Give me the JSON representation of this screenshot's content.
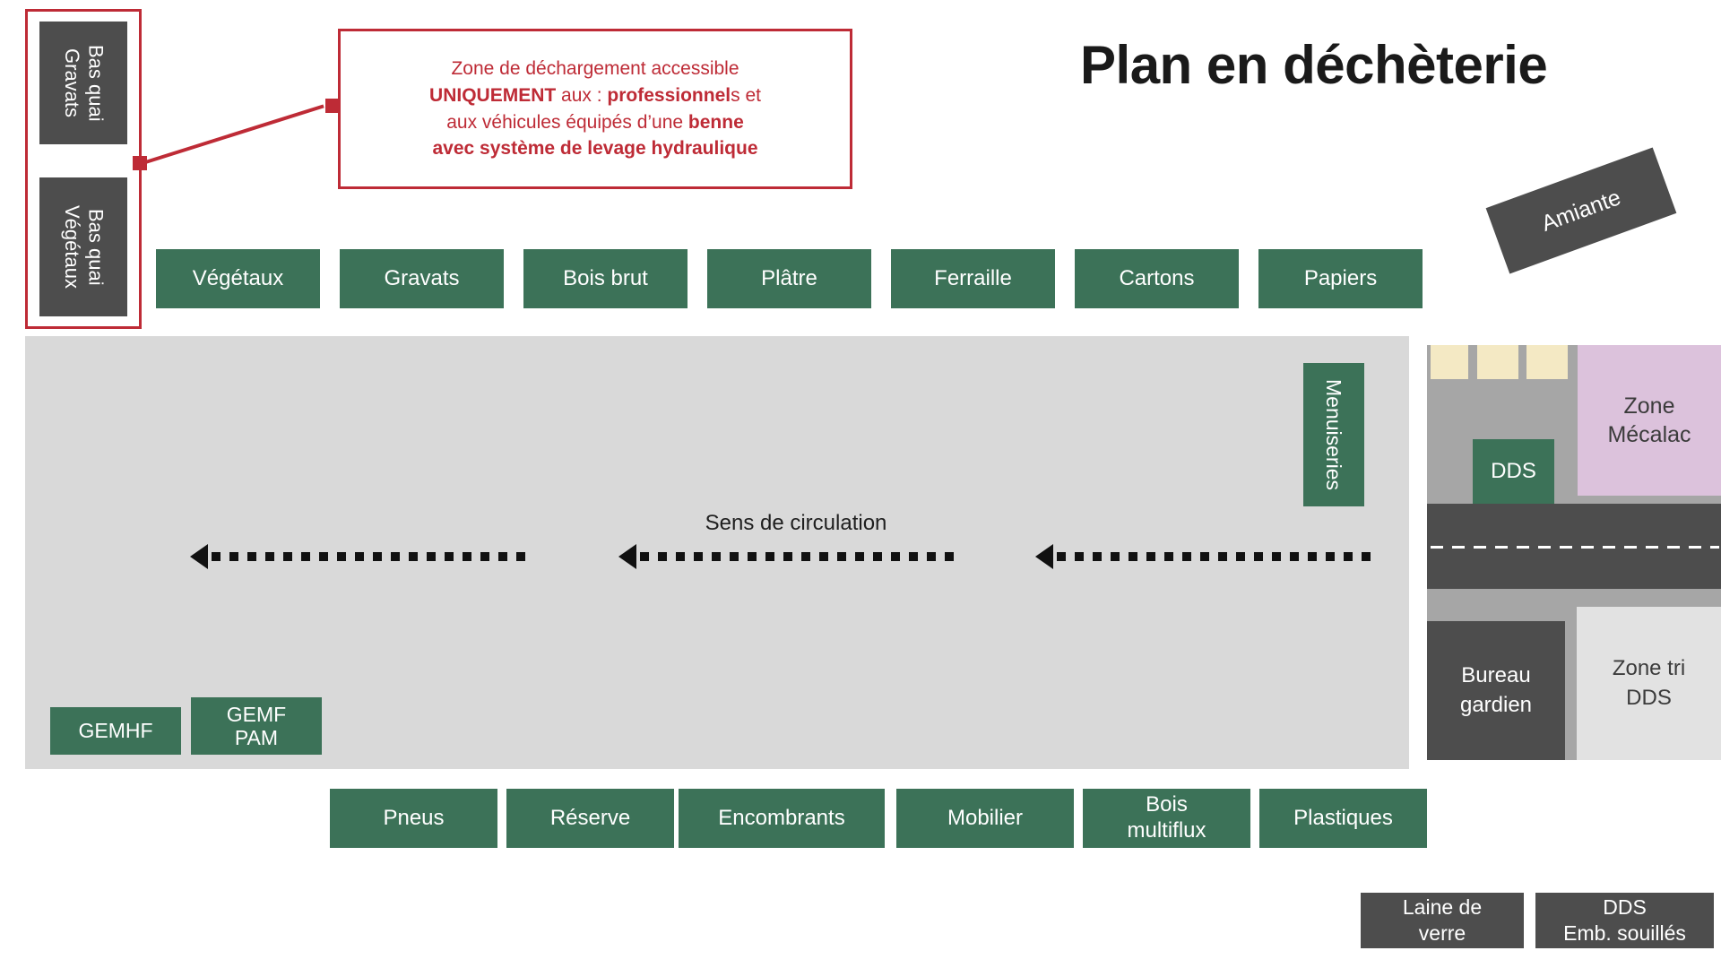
{
  "page": {
    "title": "Plan en déchèterie",
    "background_color": "#ffffff",
    "accent_green": "#3C7258",
    "accent_dark": "#4D4D4D",
    "accent_red": "#BE2B36",
    "yard_gray": "#D9D9D9",
    "mecalac_pink": "#DCC2DC"
  },
  "callout": {
    "line1": "Zone de déchargement accessible",
    "line2_strong": "UNIQUEMENT",
    "line2_mid": " aux : ",
    "line2_bold": "professionnel",
    "line2_tail": "s et",
    "line3": "aux véhicules équipés d’une ",
    "line3_bold": "benne",
    "line4_bold": "avec système de levage hydraulique"
  },
  "pro_zone": {
    "bas_quai_gravats": "Bas quai\nGravats",
    "bas_quai_gravats_l1": "Bas quai",
    "bas_quai_gravats_l2": "Gravats",
    "bas_quai_vegetaux_l1": "Bas quai",
    "bas_quai_vegetaux_l2": "Végétaux"
  },
  "top_bins": [
    {
      "label": "Végétaux"
    },
    {
      "label": "Gravats"
    },
    {
      "label": "Bois brut"
    },
    {
      "label": "Plâtre"
    },
    {
      "label": "Ferraille"
    },
    {
      "label": "Cartons"
    },
    {
      "label": "Papiers"
    }
  ],
  "bottom_bins": [
    {
      "label": "Pneus"
    },
    {
      "label": "Réserve"
    },
    {
      "label": "Encombrants"
    },
    {
      "label": "Mobilier"
    },
    {
      "label": "Bois\nmultiflux",
      "l1": "Bois",
      "l2": "multiflux"
    },
    {
      "label": "Plastiques"
    }
  ],
  "yard": {
    "circulation_label": "Sens de circulation",
    "gemhf": "GEMHF",
    "gemf_pam_l1": "GEMF",
    "gemf_pam_l2": "PAM",
    "menuiseries": "Menuiseries"
  },
  "asbestos": {
    "label": "Amiante"
  },
  "service_panel": {
    "dds": "DDS",
    "zone_mecalac_l1": "Zone",
    "zone_mecalac_l2": "Mécalac",
    "bureau_gardien_l1": "Bureau",
    "bureau_gardien_l2": "gardien",
    "zone_tri_dds_l1": "Zone tri",
    "zone_tri_dds_l2": "DDS"
  },
  "bottom_right_boxes": [
    {
      "l1": "Laine de",
      "l2": "verre"
    },
    {
      "l1": "DDS",
      "l2": "Emb. souillés"
    }
  ]
}
